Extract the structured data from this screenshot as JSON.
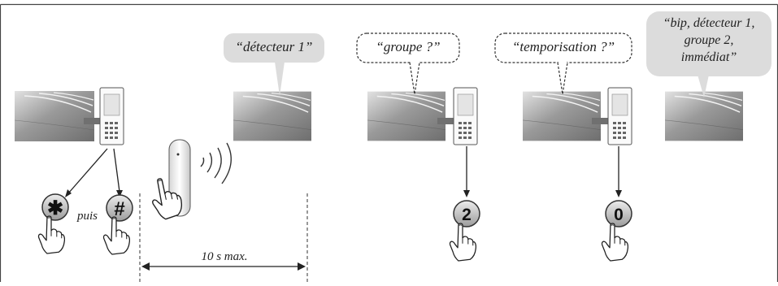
{
  "speech": {
    "detector": "“détecteur 1”",
    "group_question": "“groupe ?”",
    "delay_question": "“temporisation ?”",
    "confirm_line1": "“bip, détecteur 1,",
    "confirm_line2": "groupe 2,",
    "confirm_line3": "immédiat”"
  },
  "keys": {
    "star": "✱",
    "hash": "#",
    "two": "2",
    "zero": "0"
  },
  "labels": {
    "then": "puis",
    "timeout": "10 s max."
  }
}
